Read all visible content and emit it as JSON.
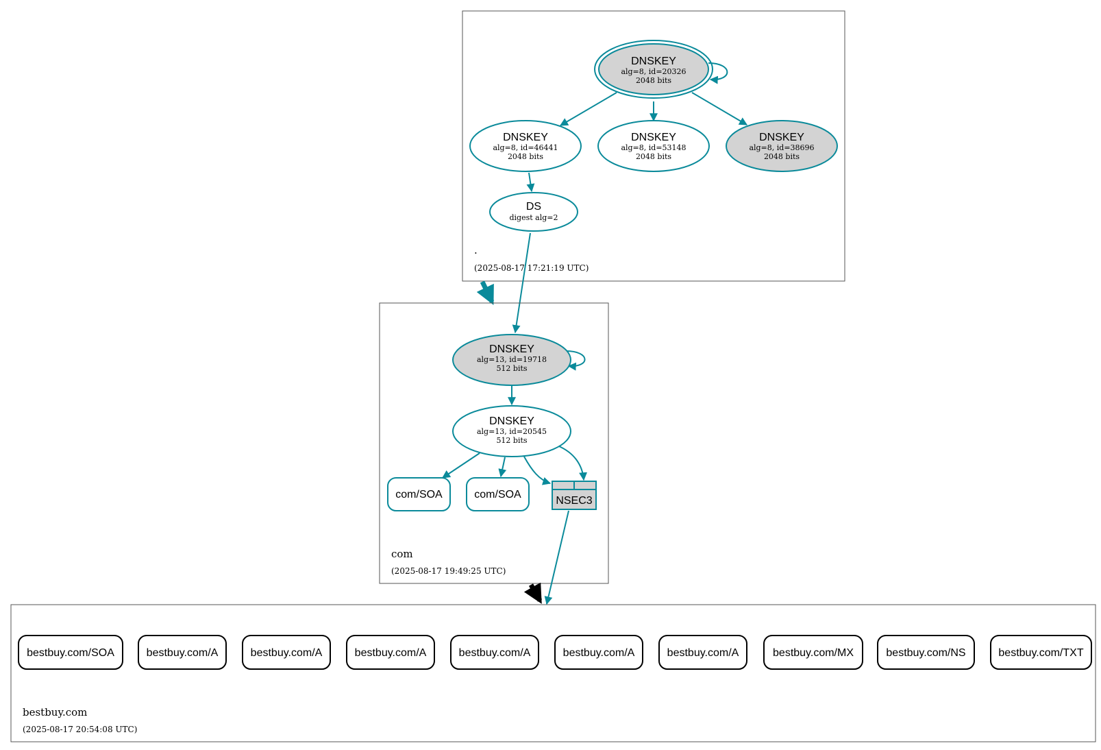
{
  "colors": {
    "teal": "#0a8a9a",
    "gray_fill": "#d3d3d3",
    "zone_border": "#555555",
    "black": "#000000"
  },
  "zones": {
    "root": {
      "name": ".",
      "timestamp": "(2025-08-17 17:21:19 UTC)"
    },
    "com": {
      "name": "com",
      "timestamp": "(2025-08-17 19:49:25 UTC)"
    },
    "bestbuy": {
      "name": "bestbuy.com",
      "timestamp": "(2025-08-17 20:54:08 UTC)"
    }
  },
  "root_nodes": {
    "ksk": {
      "title": "DNSKEY",
      "line1": "alg=8, id=20326",
      "line2": "2048 bits"
    },
    "zsk1": {
      "title": "DNSKEY",
      "line1": "alg=8, id=46441",
      "line2": "2048 bits"
    },
    "zsk2": {
      "title": "DNSKEY",
      "line1": "alg=8, id=53148",
      "line2": "2048 bits"
    },
    "zsk3": {
      "title": "DNSKEY",
      "line1": "alg=8, id=38696",
      "line2": "2048 bits"
    },
    "ds": {
      "title": "DS",
      "line1": "digest alg=2"
    }
  },
  "com_nodes": {
    "ksk": {
      "title": "DNSKEY",
      "line1": "alg=13, id=19718",
      "line2": "512 bits"
    },
    "zsk": {
      "title": "DNSKEY",
      "line1": "alg=13, id=20545",
      "line2": "512 bits"
    },
    "soa1": {
      "label": "com/SOA"
    },
    "soa2": {
      "label": "com/SOA"
    },
    "nsec3": {
      "label": "NSEC3"
    }
  },
  "bestbuy_records": [
    "bestbuy.com/SOA",
    "bestbuy.com/A",
    "bestbuy.com/A",
    "bestbuy.com/A",
    "bestbuy.com/A",
    "bestbuy.com/A",
    "bestbuy.com/A",
    "bestbuy.com/MX",
    "bestbuy.com/NS",
    "bestbuy.com/TXT"
  ]
}
